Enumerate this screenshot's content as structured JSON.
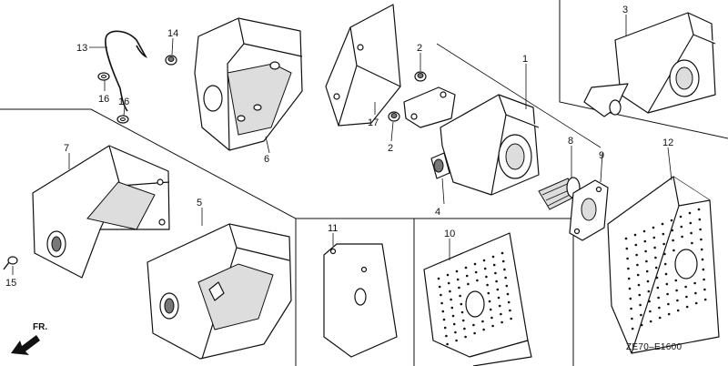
{
  "callouts": {
    "c1": "1",
    "c2a": "2",
    "c2b": "2",
    "c3": "3",
    "c4": "4",
    "c5": "5",
    "c6": "6",
    "c7": "7",
    "c8": "8",
    "c9": "9",
    "c10": "10",
    "c11": "11",
    "c12": "12",
    "c13": "13",
    "c14": "14",
    "c15": "15",
    "c16a": "16",
    "c16b": "16",
    "c17": "17"
  },
  "direction_label": "FR.",
  "diagram_code": "ZE70–E1600"
}
